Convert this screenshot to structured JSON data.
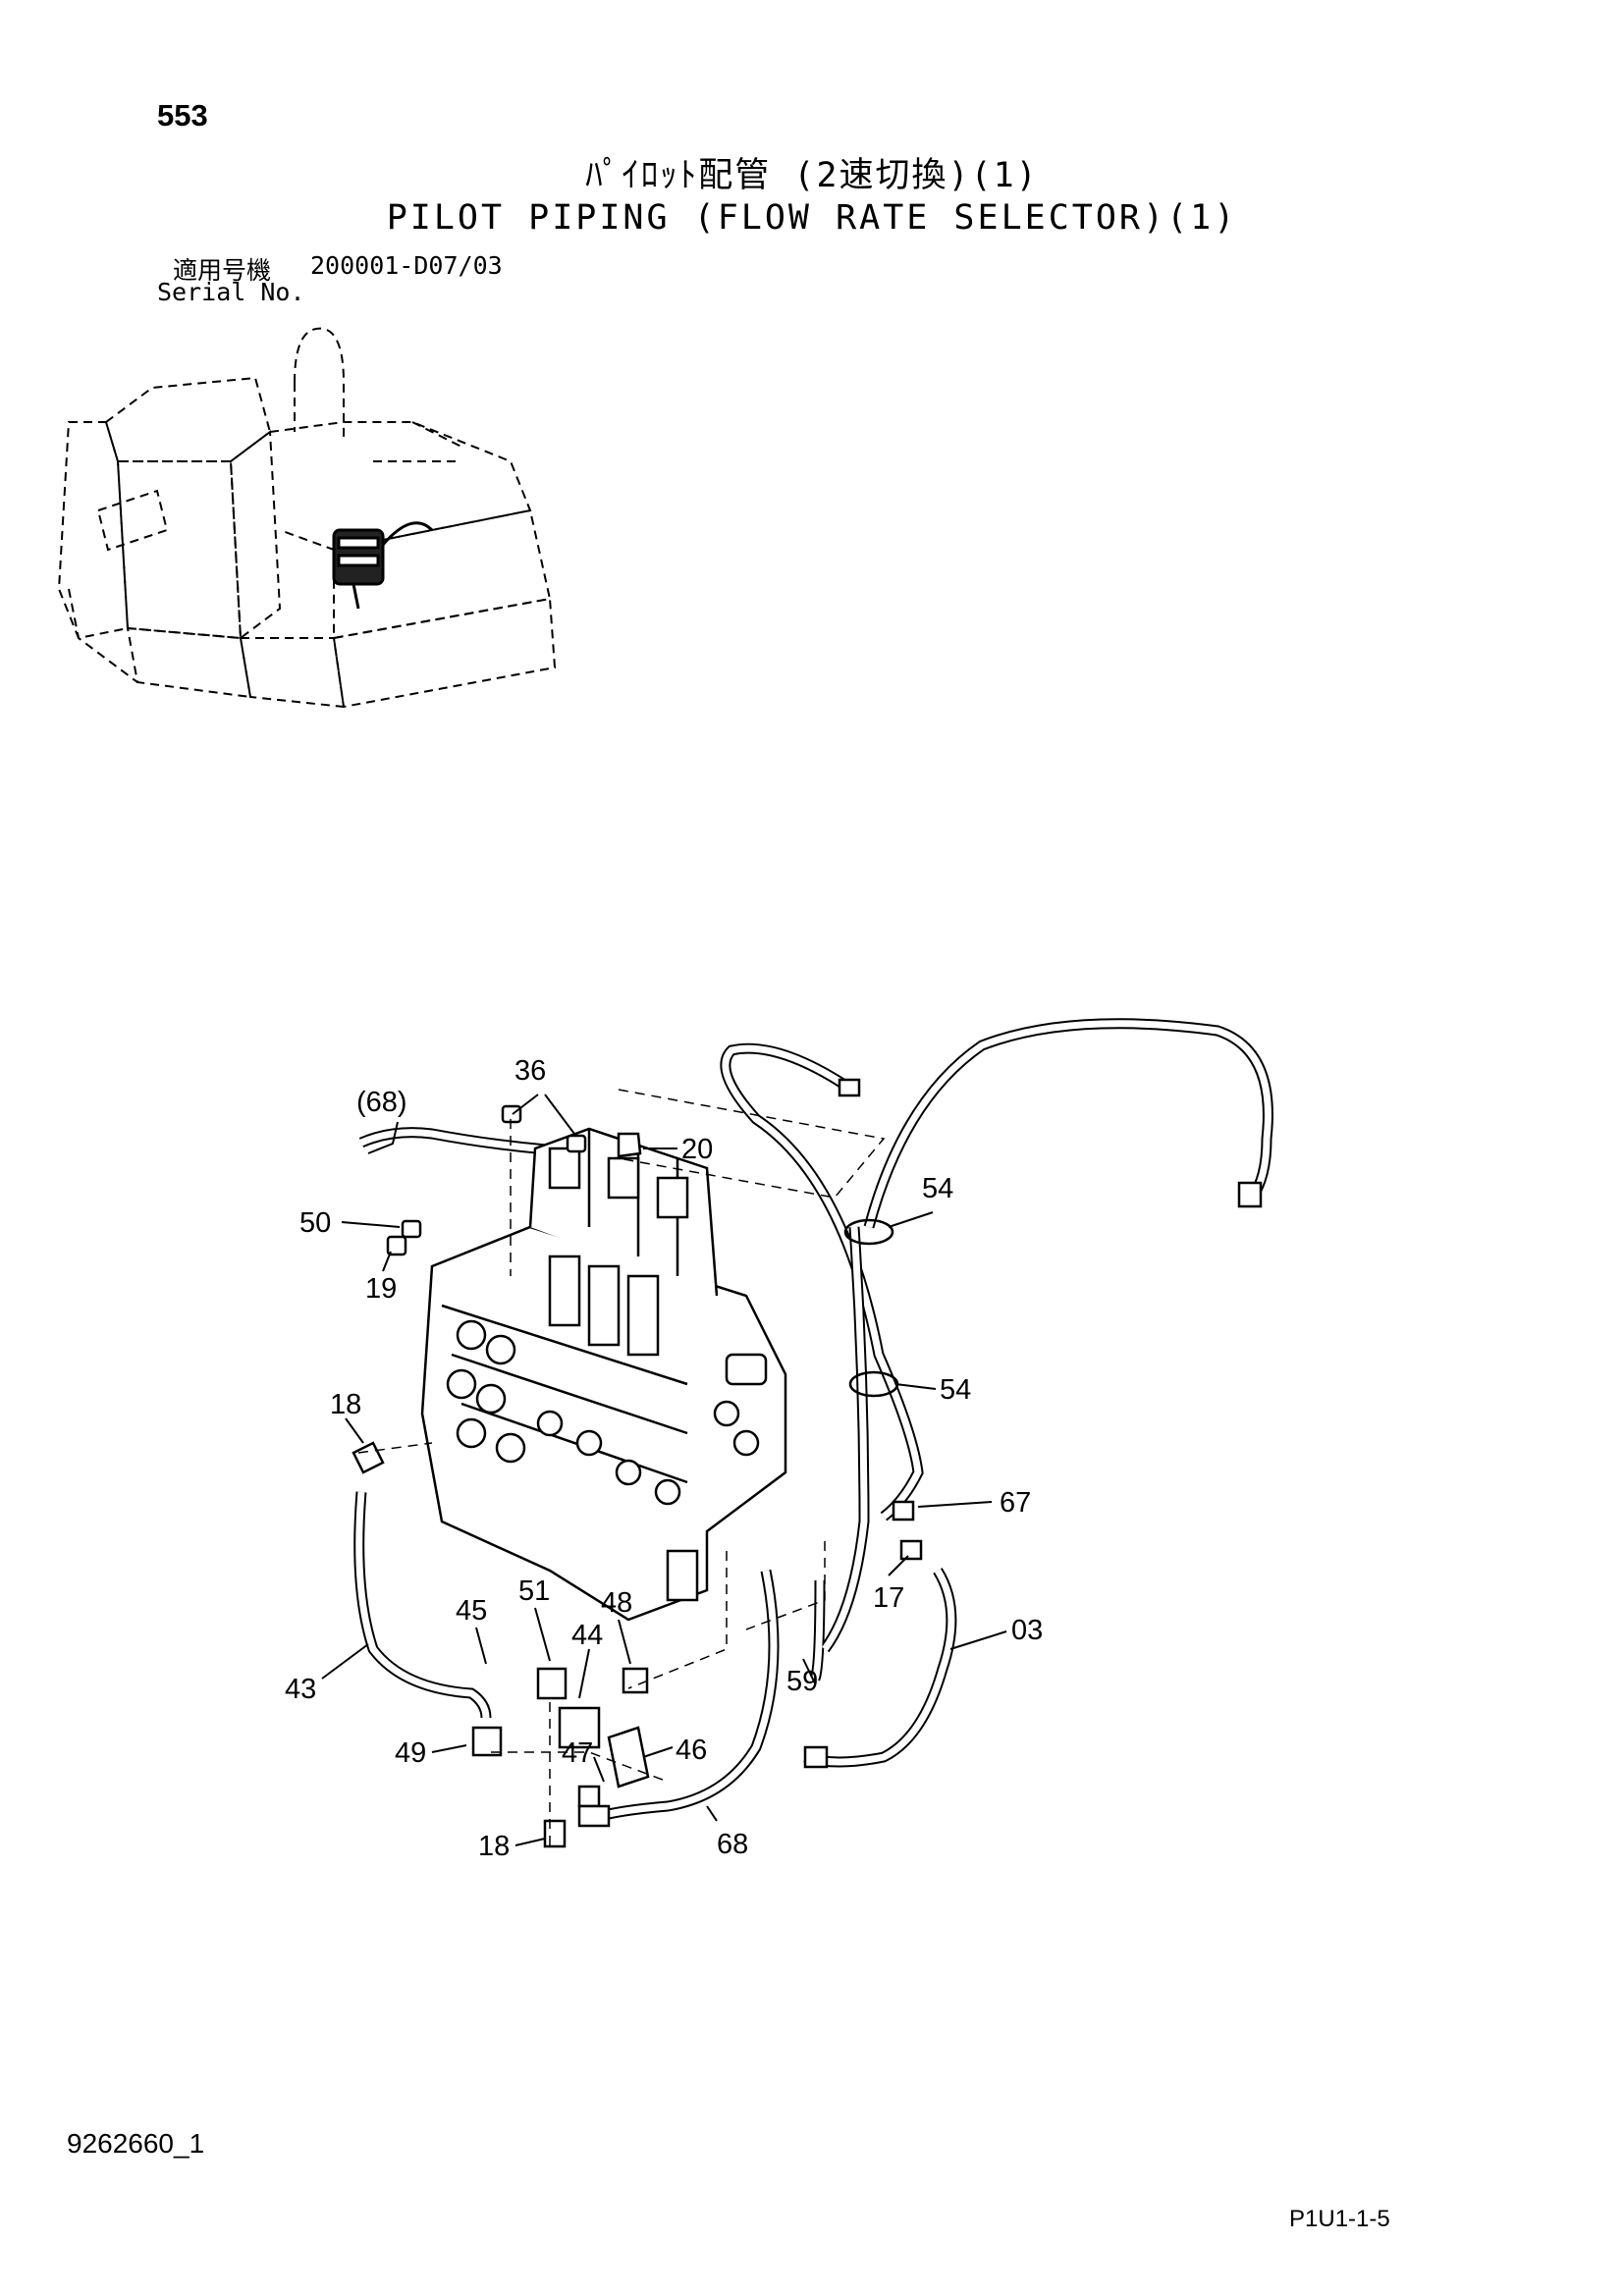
{
  "header": {
    "page_number": "553",
    "title_jp": "ﾊﾟｲﾛｯﾄ配管 (2速切換)(1)",
    "title_en": "PILOT PIPING (FLOW RATE SELECTOR)(1)",
    "serial_label_jp": "適用号機",
    "serial_range": "200001-D07/03",
    "serial_label_en": "Serial No."
  },
  "callouts": [
    "36",
    "(68)",
    "20",
    "54",
    "50",
    "19",
    "54",
    "18",
    "67",
    "17",
    "51",
    "48",
    "45",
    "44",
    "03",
    "43",
    "59",
    "49",
    "47",
    "46",
    "18",
    "68"
  ],
  "footer": {
    "drawing_number": "9262660_1",
    "page_code": "P1U1-1-5"
  }
}
